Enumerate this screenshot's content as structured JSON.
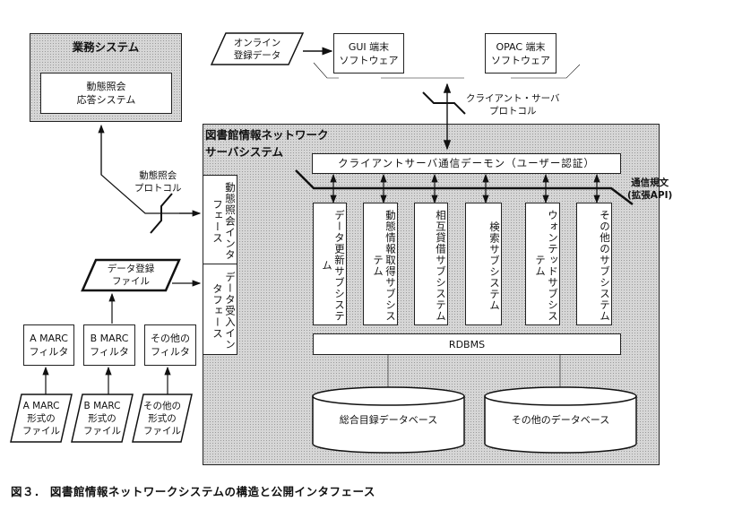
{
  "business_system": {
    "title": "業務システム",
    "inner": [
      "動態照会",
      "応答システム"
    ]
  },
  "online_data": [
    "オンライン",
    "登録データ"
  ],
  "gui_terminal": [
    "GUI 端末",
    "ソフトウェア"
  ],
  "opac_terminal": [
    "OPAC 端末",
    "ソフトウェア"
  ],
  "cs_protocol": [
    "クライアント・サーバ",
    "プロトコル"
  ],
  "server": {
    "title": [
      "図書館情報ネットワーク",
      "サーバシステム"
    ],
    "daemon": "クライアントサーバ通信デーモン（ユーザー認証）",
    "api_label": [
      "通信規文",
      "(拡張API)"
    ],
    "interfaces": [
      "動態照会インタフェース",
      "データ受入インタフェース"
    ],
    "subsystems": [
      "データ更新サブシステム",
      "動態情報取得サブシステム",
      "相互貸借サブシステム",
      "検索サブシステム",
      "ウォンテッドサブシステム",
      "その他のサブシステム"
    ],
    "rdbms": "RDBMS",
    "databases": [
      "総合目録データベース",
      "その他のデータベース"
    ]
  },
  "dynamic_protocol": [
    "動態照会",
    "プロトコル"
  ],
  "data_reg_file": [
    "データ登録",
    "ファイル"
  ],
  "filters": [
    [
      "A MARC",
      "フィルタ"
    ],
    [
      "B MARC",
      "フィルタ"
    ],
    [
      "その他の",
      "フィルタ"
    ]
  ],
  "files": [
    [
      "A MARC",
      "形式の",
      "ファイル"
    ],
    [
      "B MARC",
      "形式の",
      "ファイル"
    ],
    [
      "その他の",
      "形式の",
      "ファイル"
    ]
  ],
  "caption": "図３． 図書館情報ネットワークシステムの構造と公開インタフェース"
}
